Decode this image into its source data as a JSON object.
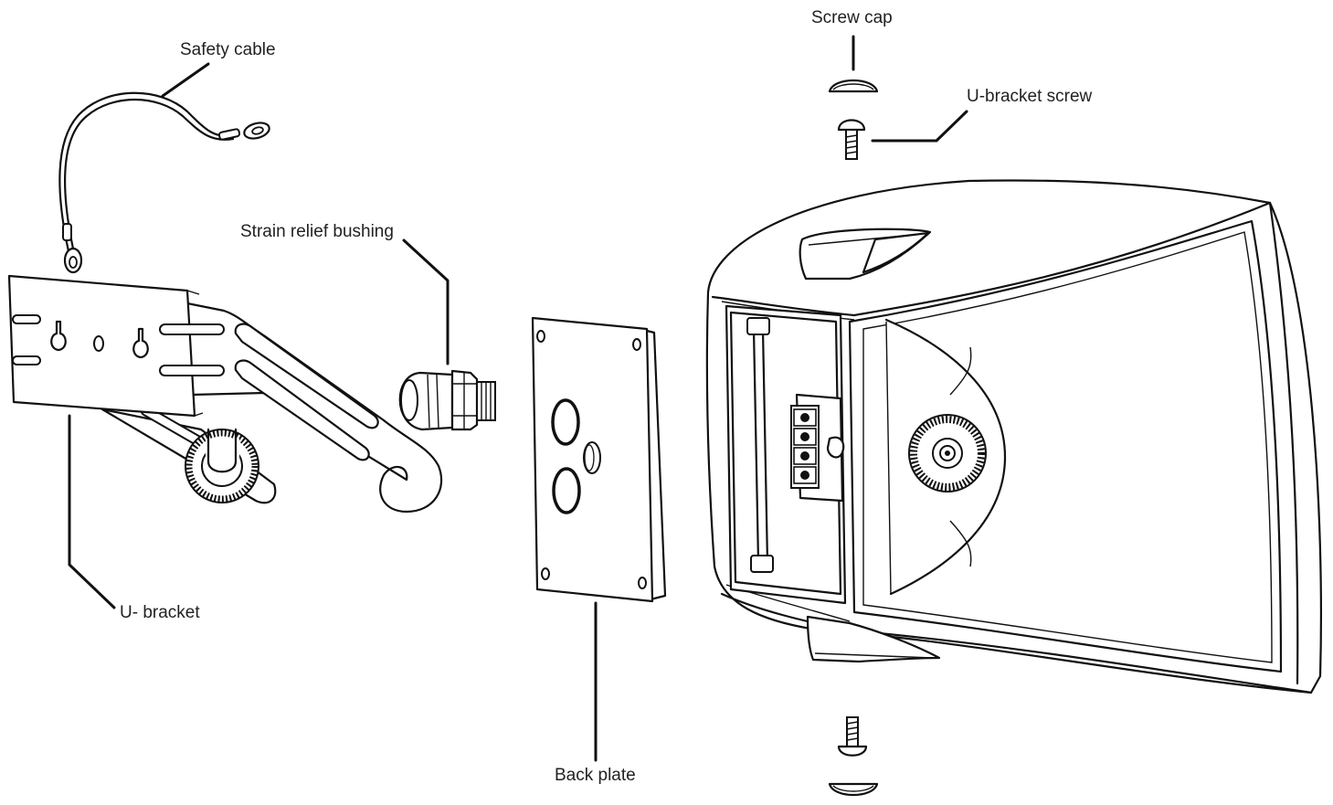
{
  "labels": {
    "screw_cap": "Screw cap",
    "u_bracket_screw": "U-bracket screw",
    "safety_cable": "Safety cable",
    "strain_relief_bushing": "Strain relief bushing",
    "u_bracket": "U- bracket",
    "back_plate": "Back plate"
  },
  "colors": {
    "line": "#111111",
    "background": "#ffffff",
    "text": "#222222"
  }
}
